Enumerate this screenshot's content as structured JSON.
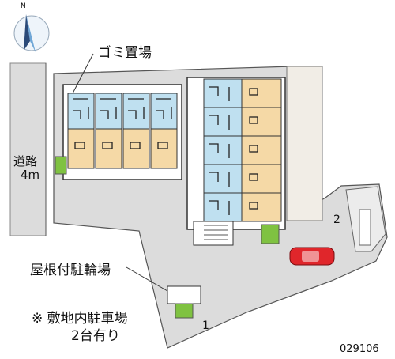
{
  "compass": {
    "north_label": "N"
  },
  "labels": {
    "garbage": "ゴミ置場",
    "road_name": "道路",
    "road_width": "4m",
    "bicycle_parking": "屋根付駐輪場",
    "parking_note_line1": "※ 敷地内駐車場",
    "parking_note_line2": "2台有り",
    "spot_1": "1",
    "spot_2": "2",
    "property_code": "029106"
  },
  "colors": {
    "room_blue": "#bfe0f0",
    "room_tan": "#f5d9a6",
    "pavement": "#dcdcdc",
    "green": "#7fc241",
    "gravel": "#f1ede6",
    "car": "#e0262b"
  }
}
